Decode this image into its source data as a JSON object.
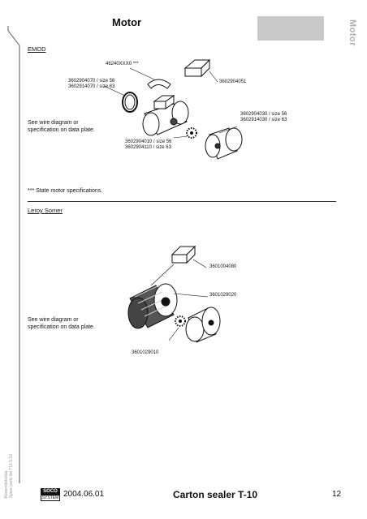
{
  "header": {
    "title": "Motor",
    "side_tab": "Motor"
  },
  "section1": {
    "label": "EMOD",
    "parts": {
      "p1": "46240XXX0 ***",
      "p2a": "3602904070 / size 56",
      "p2b": "3602914070 / size 63",
      "p3": "3602904051",
      "p4a": "3602904030 / size 56",
      "p4b": "3602914030 / size 63",
      "p5a": "3602904010 / size 56",
      "p5b": "3602904110 / size 63"
    },
    "wire_note_1": "See wire diagram or",
    "wire_note_2": "specification on data plate.",
    "footnote": "*** State motor specifications."
  },
  "section2": {
    "label": "Leroy Somer",
    "parts": {
      "p1": "3601004080",
      "p2": "3601029020",
      "p3": "3601029010"
    },
    "wire_note_1": "See wire diagram or",
    "wire_note_2": "specification on data plate."
  },
  "footer": {
    "vertical_1": "Reservdelslista",
    "vertical_2": "Spare parts list",
    "vertical_3": "T11-5.10",
    "logo_top": "SOCO",
    "logo_bottom": "SYSTEM",
    "date": "2004.06.01",
    "product": "Carton sealer T-10",
    "page": "12"
  }
}
